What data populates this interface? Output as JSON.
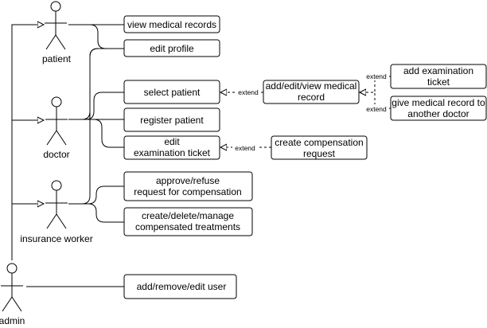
{
  "actors": [
    {
      "id": "patient",
      "label": "patient"
    },
    {
      "id": "doctor",
      "label": "doctor"
    },
    {
      "id": "insurance_worker",
      "label": "insurance worker"
    },
    {
      "id": "admin",
      "label": "admin"
    }
  ],
  "use_cases": {
    "view_medical_records": [
      "view medical records"
    ],
    "edit_profile": [
      "edit profile"
    ],
    "select_patient": [
      "select patient"
    ],
    "register_patient": [
      "register patient"
    ],
    "edit_examination_ticket": [
      "edit",
      "examination ticket"
    ],
    "approve_refuse": [
      "approve/refuse",
      "request for compensation"
    ],
    "create_delete_manage": [
      "create/delete/manage",
      "compensated treatments"
    ],
    "add_remove_edit_user": [
      "add/remove/edit user"
    ],
    "add_edit_view_medical_record": [
      "add/edit/view medical",
      "record"
    ],
    "add_examination_ticket": [
      "add examination",
      "ticket"
    ],
    "give_medical_record": [
      "give medical record to",
      "another doctor"
    ],
    "create_compensation_request": [
      "create compensation",
      "request"
    ]
  },
  "relation_label": "extend"
}
